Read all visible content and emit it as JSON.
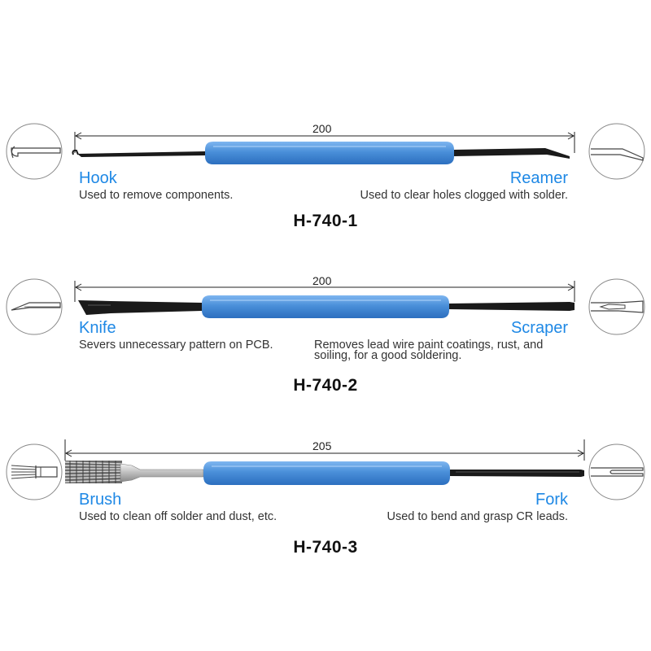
{
  "tools": [
    {
      "model": "H-740-1",
      "dimension": "200",
      "left": {
        "name": "Hook",
        "description": "Used to remove components.",
        "icon": "hook-tip-icon"
      },
      "right": {
        "name": "Reamer",
        "description": "Used to clear holes clogged with solder.",
        "icon": "reamer-tip-icon"
      }
    },
    {
      "model": "H-740-2",
      "dimension": "200",
      "left": {
        "name": "Knife",
        "description": "Severs unnecessary pattern on PCB.",
        "icon": "knife-tip-icon"
      },
      "right": {
        "name": "Scraper",
        "description_line1": "Removes lead wire paint coatings, rust, and",
        "description_line2": "soiling, for a good soldering.",
        "icon": "scraper-tip-icon"
      }
    },
    {
      "model": "H-740-3",
      "dimension": "205",
      "left": {
        "name": "Brush",
        "description": "Used to clean off solder and dust, etc.",
        "icon": "brush-tip-icon"
      },
      "right": {
        "name": "Fork",
        "description": "Used to bend and grasp CR leads.",
        "icon": "fork-tip-icon"
      }
    }
  ],
  "colors": {
    "handle": "#4a8fd9",
    "label": "#1e88e5",
    "shaft": "#1a1a1a"
  }
}
